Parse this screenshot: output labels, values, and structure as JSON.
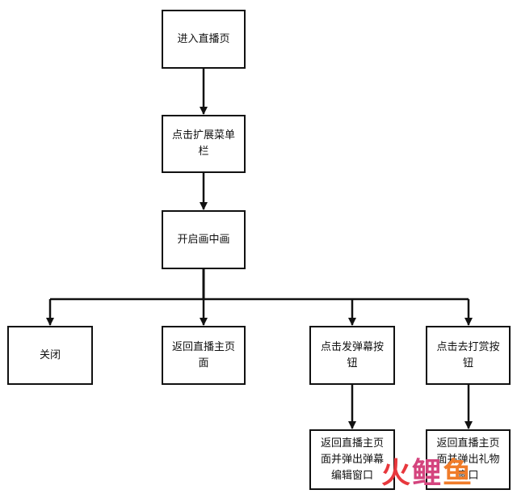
{
  "nodes": {
    "enter_live": "进入直播页",
    "expand_menu": "点击扩展菜单栏",
    "open_pip": "开启画中画",
    "close": "关闭",
    "return_main": "返回直播主页面",
    "danmaku_button": "点击发弹幕按钮",
    "tip_button": "点击去打赏按钮",
    "return_danmaku": "返回直播主页面并弹出弹幕编辑窗口",
    "return_gift": "返回直播主页面并弹出礼物窗口"
  },
  "watermark": {
    "c1": "火",
    "c2": "鲤",
    "c3": "鱼"
  },
  "colors": {
    "stroke": "#111111",
    "watermark_red": "#e8383d",
    "watermark_pink": "#d4447e",
    "watermark_orange": "#f07c2a"
  }
}
